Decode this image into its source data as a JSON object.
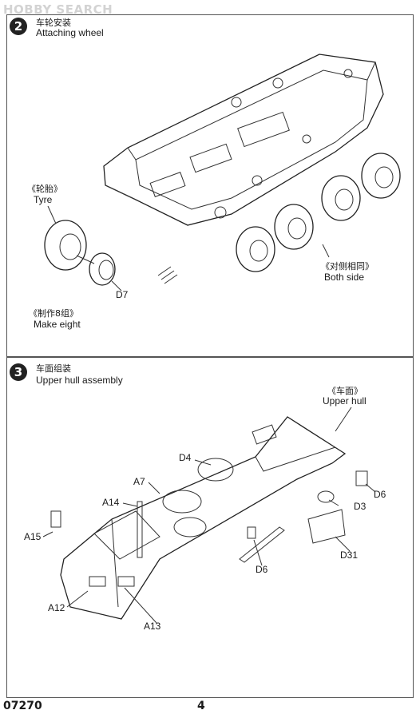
{
  "watermark": "HOBBY SEARCH",
  "step2": {
    "number": "2",
    "title_cn": "车轮安装",
    "title_en": "Attaching wheel",
    "tyre_cn": "《轮胎》",
    "tyre_en": "Tyre",
    "d7": "D7",
    "make_cn": "《制作8组》",
    "make_en": "Make eight",
    "both_cn": "《对侧相同》",
    "both_en": "Both side"
  },
  "step3": {
    "number": "3",
    "title_cn": "车面组装",
    "title_en": "Upper hull assembly",
    "upper_cn": "《车面》",
    "upper_en": "Upper hull",
    "parts": {
      "d4": "D4",
      "a7": "A7",
      "a14": "A14",
      "a15": "A15",
      "a12": "A12",
      "a13": "A13",
      "d6_right": "D6",
      "d3": "D3",
      "d31": "D31",
      "d6_bottom": "D6"
    }
  },
  "footer": {
    "code": "07270",
    "page": "4"
  }
}
